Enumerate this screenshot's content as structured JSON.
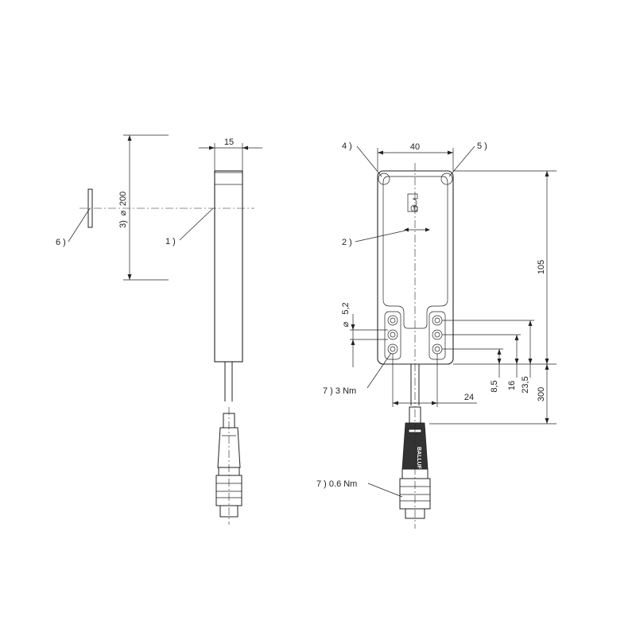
{
  "dimensions": {
    "side_width": "15",
    "diameter_200": "200",
    "front_width": "40",
    "height_105": "105",
    "hole_dia": "5,2",
    "d_8_5": "8,5",
    "d_16": "16",
    "d_23_5": "23,5",
    "d_300": "300",
    "d_24": "24"
  },
  "callouts": {
    "c1": "1 )",
    "c2": "2 )",
    "c3": "3)",
    "c4": "4 )",
    "c5": "5 )",
    "c6": "6 )",
    "c7_3nm": "7 ) 3 Nm",
    "c7_06nm": "7 ) 0.6 Nm"
  },
  "brand": {
    "logo_text": "BALLUFF"
  },
  "colors": {
    "line": "#222222",
    "background": "#ffffff",
    "connector_dark": "#333333"
  }
}
